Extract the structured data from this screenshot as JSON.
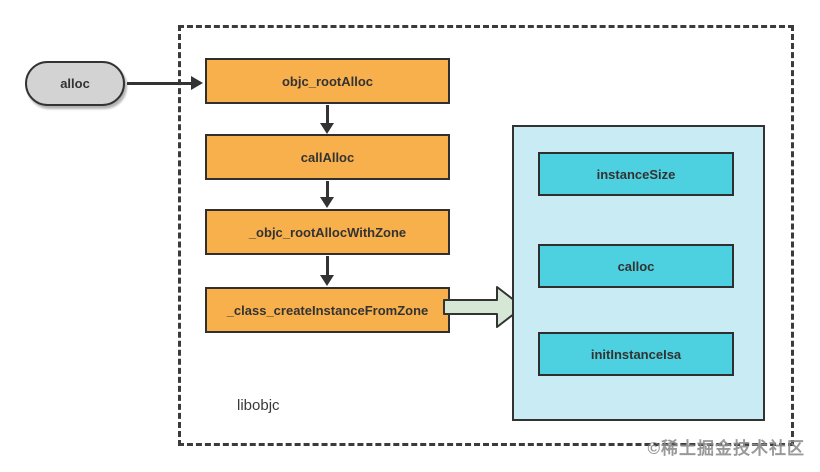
{
  "colors": {
    "dark": "#333333",
    "orange_fill": "#F8B04D",
    "cyan_fill": "#4DD0DF",
    "panel_fill": "#C9ECF4",
    "green_fill": "#D6E8D5",
    "pill_fill": "#D3D3D3",
    "watermark_gray": "#8E8E8E"
  },
  "diagram": {
    "entry_node": {
      "label": "alloc"
    },
    "container_label": "libobjc",
    "flow_steps": [
      {
        "label": "objc_rootAlloc"
      },
      {
        "label": "callAlloc"
      },
      {
        "label": "_objc_rootAllocWithZone"
      },
      {
        "label": "_class_createInstanceFromZone"
      }
    ],
    "detail_panel": {
      "items": [
        {
          "label": "instanceSize"
        },
        {
          "label": "calloc"
        },
        {
          "label": "initInstanceIsa"
        }
      ]
    },
    "watermark": "©稀土掘金技术社区"
  }
}
